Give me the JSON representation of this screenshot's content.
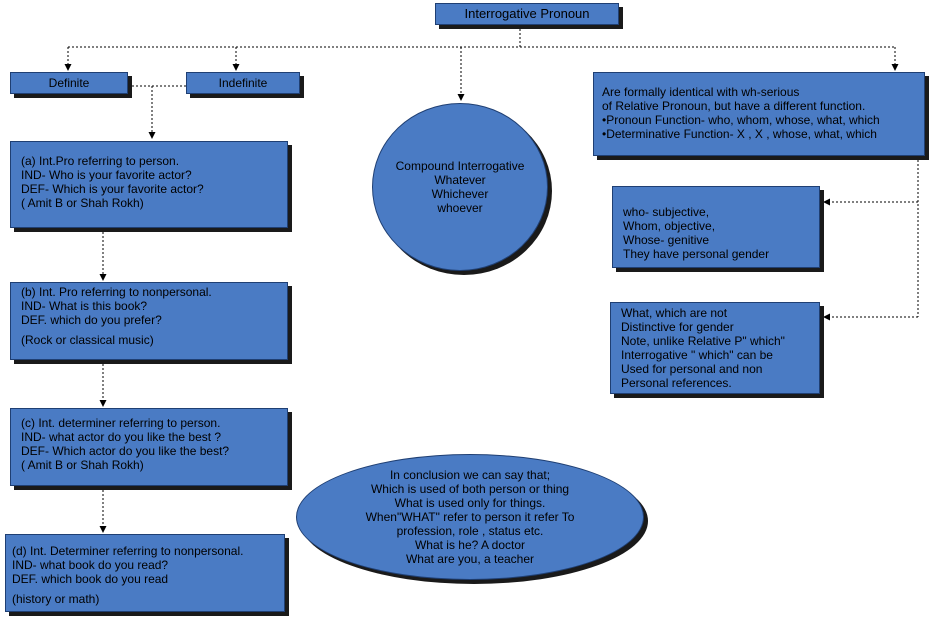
{
  "root": {
    "title": "Interrogative Pronoun"
  },
  "definite": {
    "label": "Definite"
  },
  "indefinite": {
    "label": "Indefinite"
  },
  "identical": {
    "lines": [
      "Are formally identical with wh-serious",
      "of Relative Pronoun, but have a different function.",
      "•Pronoun Function- who, whom, whose, what, which",
      "•Determinative Function- X  , X ,    whose, what, which"
    ]
  },
  "compound": {
    "lines": [
      "Compound Interrogative",
      "Whatever",
      "Whichever",
      "whoever"
    ]
  },
  "box_a": {
    "lines": [
      "(a)      Int.Pro referring to person.",
      "IND-  Who is your favorite actor?",
      "DEF- Which is your favorite actor?",
      " ( Amit B or Shah Rokh)"
    ]
  },
  "box_b": {
    "lines": [
      "(b) Int. Pro referring to nonpersonal.",
      "IND-  What is this book?",
      "DEF. which do you prefer?"
    ],
    "note": "(Rock or classical music)"
  },
  "box_c": {
    "lines": [
      "(c)    Int. determiner referring to person.",
      "IND-  what actor do you like the best ?",
      "DEF- Which actor do you like the best?",
      "  ( Amit B or Shah Rokh)"
    ]
  },
  "box_d": {
    "lines": [
      "(d) Int. Determiner referring to nonpersonal.",
      "IND-  what book do you read?",
      "DEF. which book do you read"
    ],
    "note": "(history or math)"
  },
  "genders": {
    "lines": [
      "who- subjective,",
      "Whom, objective,",
      "Whose- genitive",
      "They have personal gender"
    ]
  },
  "what_which": {
    "lines": [
      "What, which are not",
      "Distinctive for gender",
      "Note, unlike Relative P\" which\"",
      "Interrogative \" which\" can be",
      "Used for personal and non",
      "Personal references."
    ]
  },
  "conclusion": {
    "lines": [
      "In conclusion we can say that;",
      "Which is used of both person or thing",
      "What is used only for things.",
      "When\"WHAT\"  refer to person it refer To",
      "profession, role , status etc.",
      "What is he? A doctor",
      "What are you, a teacher"
    ]
  },
  "colors": {
    "fill": "#4a7bc4",
    "border": "#1f3f73",
    "shadow": "#1a1a1a"
  }
}
